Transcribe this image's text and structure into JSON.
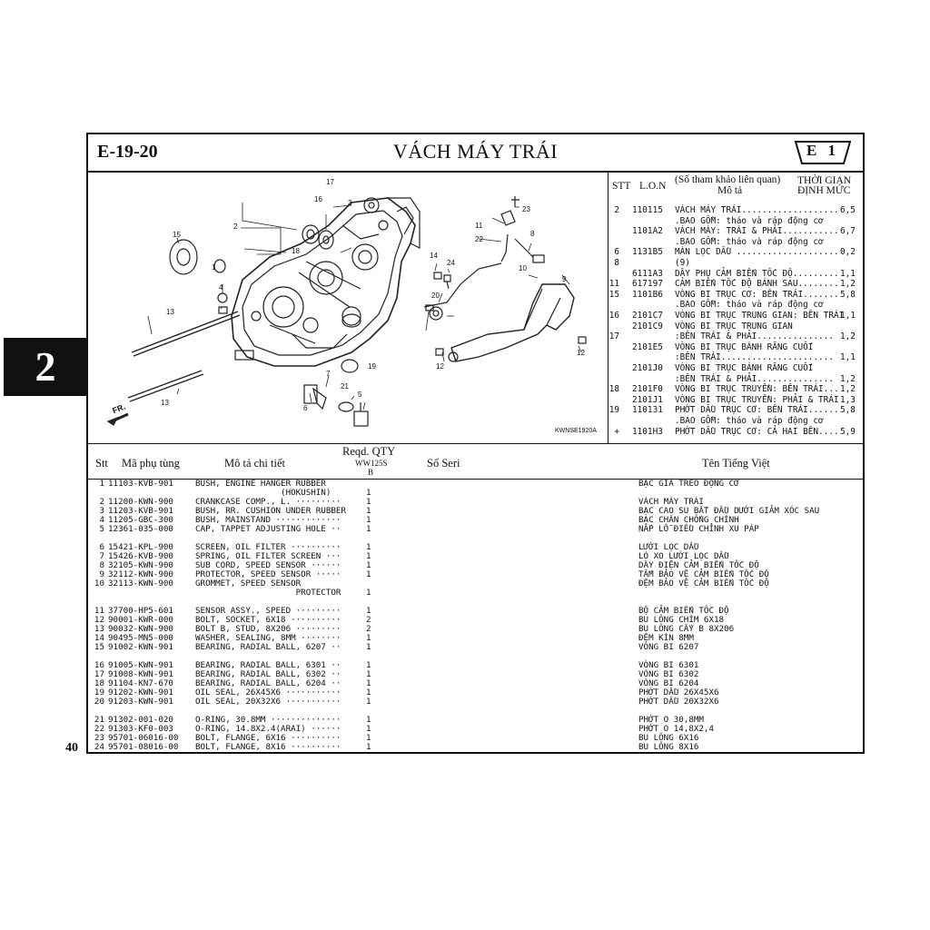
{
  "side_tab": "2",
  "page_number": "40",
  "header": {
    "code": "E-19-20",
    "title": "VÁCH MÁY TRÁI",
    "badge": "E 1"
  },
  "diagram": {
    "drawing_code": "KWNSE1920A",
    "fr_label": "FR.",
    "callouts": [
      "1",
      "2",
      "3",
      "4",
      "5",
      "6",
      "7",
      "8",
      "9",
      "10",
      "11",
      "12",
      "12",
      "13",
      "13",
      "14",
      "15",
      "16",
      "17",
      "18",
      "19",
      "20",
      "21",
      "22",
      "23",
      "24"
    ]
  },
  "ref_table": {
    "headers": {
      "stt": "STT",
      "lon": "L.O.N",
      "desc_top": "(Số tham khảo liên quan)",
      "desc_bottom": "Mô tả",
      "time_top": "THỜI GIAN",
      "time_bottom": "ĐỊNH MỨC"
    },
    "rows": [
      {
        "stt": "2",
        "lon": "110115",
        "desc": "VÁCH MÁY TRÁI...................",
        "time": "6,5"
      },
      {
        "stt": "",
        "lon": "",
        "desc": ".BAO GỒM: tháo và ráp động cơ",
        "time": ""
      },
      {
        "stt": "",
        "lon": "1101A2",
        "desc": "VÁCH MÁY: TRÁI & PHẢI...........",
        "time": "6,7"
      },
      {
        "stt": "",
        "lon": "",
        "desc": ".BAO GỒM: tháo và ráp động cơ",
        "time": ""
      },
      {
        "stt": "6",
        "lon": "1131B5",
        "desc": "MÀN LỌC DẦU ....................",
        "time": "0,2"
      },
      {
        "stt": "8",
        "lon": "",
        "desc": "(9)",
        "time": ""
      },
      {
        "stt": "",
        "lon": "6111A3",
        "desc": "DÂY PHỤ CẢM BIẾN TỐC ĐỘ.........",
        "time": "1,1"
      },
      {
        "stt": "11",
        "lon": "617197",
        "desc": "CẢM BIẾN TỐC ĐỘ BÁNH SAU........",
        "time": "1,2"
      },
      {
        "stt": "15",
        "lon": "1101B6",
        "desc": "VÒNG BI TRỤC CƠ: BÊN TRÁI.......",
        "time": "5,8"
      },
      {
        "stt": "",
        "lon": "",
        "desc": ".BAO GỒM: tháo và ráp động cơ",
        "time": ""
      },
      {
        "stt": "16",
        "lon": "2101C7",
        "desc": "VÒNG BI TRỤC TRUNG GIAN: BÊN TRÁI",
        "time": "1,1"
      },
      {
        "stt": "",
        "lon": "2101C9",
        "desc": "VÒNG BI TRỤC TRUNG GIAN",
        "time": ""
      },
      {
        "stt": "17",
        "lon": "",
        "desc": ":BÊN TRÁI & PHẢI...............",
        "time": "1,2"
      },
      {
        "stt": "",
        "lon": "2101E5",
        "desc": "VÒNG BI TRỤC BÁNH RĂNG CUỐI",
        "time": ""
      },
      {
        "stt": "",
        "lon": "",
        "desc": ":BÊN TRÁI......................",
        "time": "1,1"
      },
      {
        "stt": "",
        "lon": "2101J0",
        "desc": "VÒNG BI TRỤC BÁNH RĂNG CUỐI",
        "time": ""
      },
      {
        "stt": "",
        "lon": "",
        "desc": ":BÊN TRÁI & PHẢI...............",
        "time": "1,2"
      },
      {
        "stt": "18",
        "lon": "2101F0",
        "desc": "VÒNG BI TRỤC TRUYỀN: BÊN TRÁI...",
        "time": "1,2"
      },
      {
        "stt": "",
        "lon": "2101J1",
        "desc": "VÒNG BI TRỤC TRUYỀN: PHẢI & TRÁI",
        "time": "1,3"
      },
      {
        "stt": "19",
        "lon": "110131",
        "desc": "PHỚT DẦU TRỤC CƠ: BÊN TRÁI......",
        "time": "5,8"
      },
      {
        "stt": "",
        "lon": "",
        "desc": ".BAO GỒM: tháo và ráp động cơ",
        "time": ""
      },
      {
        "stt": "+",
        "lon": "1101H3",
        "desc": "PHỚT DẦU TRỤC CƠ: CẢ HAI BÊN....",
        "time": "5,9"
      }
    ]
  },
  "parts_table": {
    "headers": {
      "stt": "Stt",
      "part_no": "Mã phụ tùng",
      "desc": "Mô tả chi tiết",
      "qty_top": "Reqd. QTY",
      "qty_model": "WW125S",
      "qty_sub": "B",
      "serial": "Số Seri",
      "vn_name": "Tên Tiếng Việt"
    },
    "rows": [
      {
        "stt": "1",
        "part": "11103-KVB-901",
        "desc": "BUSH, ENGINE HANGER RUBBER",
        "qty": "",
        "vn": "BẠC GIÁ TREO ĐỘNG CƠ"
      },
      {
        "stt": "",
        "part": "",
        "desc": "                 (HOKUSHIN)",
        "qty": "1",
        "vn": ""
      },
      {
        "stt": "2",
        "part": "11200-KWN-900",
        "desc": "CRANKCASE COMP., L. ·········",
        "qty": "1",
        "vn": "VÁCH MÁY TRÁI"
      },
      {
        "stt": "3",
        "part": "11203-KVB-901",
        "desc": "BUSH, RR. CUSHION UNDER RUBBER",
        "qty": "1",
        "vn": "BẠC CAO SU BẮT ĐẦU DƯỚI GIẢM XÓC SAU"
      },
      {
        "stt": "4",
        "part": "11205-GBC-300",
        "desc": "BUSH, MAINSTAND ·············",
        "qty": "1",
        "vn": "BẠC CHÂN CHỐNG CHÍNH"
      },
      {
        "stt": "5",
        "part": "12361-035-000",
        "desc": "CAP, TAPPET ADJUSTING HOLE ··",
        "qty": "1",
        "vn": "NẮP LỖ ĐIỀU CHỈNH XU PÁP"
      },
      {
        "stt": "",
        "part": "",
        "desc": "",
        "qty": "",
        "vn": ""
      },
      {
        "stt": "6",
        "part": "15421-KPL-900",
        "desc": "SCREEN, OIL FILTER ··········",
        "qty": "1",
        "vn": "LƯỚI LỌC DẦU"
      },
      {
        "stt": "7",
        "part": "15426-KVB-900",
        "desc": "SPRING, OIL FILTER SCREEN ···",
        "qty": "1",
        "vn": "LÒ XO LƯỚI LỌC DẦU"
      },
      {
        "stt": "8",
        "part": "32105-KWN-900",
        "desc": "SUB CORD, SPEED SENSOR ······",
        "qty": "1",
        "vn": "DÂY ĐIỆN CẢM BIẾN TỐC ĐỘ"
      },
      {
        "stt": "9",
        "part": "32112-KWN-900",
        "desc": "PROTECTOR, SPEED SENSOR ·····",
        "qty": "1",
        "vn": "TẤM BẢO VỆ CẢM BIẾN TỐC ĐỘ"
      },
      {
        "stt": "10",
        "part": "32113-KWN-900",
        "desc": "GROMMET, SPEED SENSOR",
        "qty": "",
        "vn": "ĐỆM BẢO VỆ CẢM BIẾN TỐC ĐỘ"
      },
      {
        "stt": "",
        "part": "",
        "desc": "                    PROTECTOR",
        "qty": "1",
        "vn": ""
      },
      {
        "stt": "",
        "part": "",
        "desc": "",
        "qty": "",
        "vn": ""
      },
      {
        "stt": "11",
        "part": "37700-HP5-601",
        "desc": "SENSOR ASSY., SPEED ·········",
        "qty": "1",
        "vn": "BỘ CẢM BIẾN TỐC ĐỘ"
      },
      {
        "stt": "12",
        "part": "90001-KWR-000",
        "desc": "BOLT, SOCKET, 6X18 ··········",
        "qty": "2",
        "vn": "BU LÔNG CHÌM 6X18"
      },
      {
        "stt": "13",
        "part": "90032-KWN-900",
        "desc": "BOLT B, STUD, 8X206 ·········",
        "qty": "2",
        "vn": "BU LÔNG CẤY B 8X206"
      },
      {
        "stt": "14",
        "part": "90495-MN5-000",
        "desc": "WASHER, SEALING, 8MM ········",
        "qty": "1",
        "vn": "ĐỆM KÍN 8MM"
      },
      {
        "stt": "15",
        "part": "91002-KWN-901",
        "desc": "BEARING, RADIAL BALL, 6207 ··",
        "qty": "1",
        "vn": "VÒNG BI 6207"
      },
      {
        "stt": "",
        "part": "",
        "desc": "",
        "qty": "",
        "vn": ""
      },
      {
        "stt": "16",
        "part": "91005-KWN-901",
        "desc": "BEARING, RADIAL BALL, 6301 ··",
        "qty": "1",
        "vn": "VÒNG BI 6301"
      },
      {
        "stt": "17",
        "part": "91008-KWN-901",
        "desc": "BEARING, RADIAL BALL, 6302 ··",
        "qty": "1",
        "vn": "VÒNG BI 6302"
      },
      {
        "stt": "18",
        "part": "91104-KN7-670",
        "desc": "BEARING, RADIAL BALL, 6204 ··",
        "qty": "1",
        "vn": "VÒNG BI 6204"
      },
      {
        "stt": "19",
        "part": "91202-KWN-901",
        "desc": "OIL SEAL, 26X45X6 ···········",
        "qty": "1",
        "vn": "PHỚT DẦU 26X45X6"
      },
      {
        "stt": "20",
        "part": "91203-KWN-901",
        "desc": "OIL SEAL, 20X32X6 ···········",
        "qty": "1",
        "vn": "PHỚT DẦU 20X32X6"
      },
      {
        "stt": "",
        "part": "",
        "desc": "",
        "qty": "",
        "vn": ""
      },
      {
        "stt": "21",
        "part": "91302-001-020",
        "desc": "O-RING, 30.8MM ··············",
        "qty": "1",
        "vn": "PHỚT O 30,8MM"
      },
      {
        "stt": "22",
        "part": "91303-KF0-003",
        "desc": "O-RING, 14.8X2.4(ARAI) ······",
        "qty": "1",
        "vn": "PHỚT O 14,8X2,4"
      },
      {
        "stt": "23",
        "part": "95701-06016-00",
        "desc": "BOLT, FLANGE, 6X16 ··········",
        "qty": "1",
        "vn": "BU LÔNG 6X16"
      },
      {
        "stt": "24",
        "part": "95701-08016-00",
        "desc": "BOLT, FLANGE, 8X16 ··········",
        "qty": "1",
        "vn": "BU LÔNG 8X16"
      }
    ]
  }
}
